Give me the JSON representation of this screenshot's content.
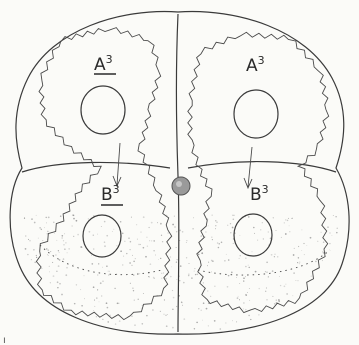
{
  "figure": {
    "cells": [
      {
        "id": "upper-left",
        "letter": "A",
        "exponent": "3",
        "underlined": true
      },
      {
        "id": "upper-right",
        "letter": "A",
        "exponent": "3",
        "underlined": false
      },
      {
        "id": "lower-left",
        "letter": "B",
        "exponent": "3",
        "underlined": true
      },
      {
        "id": "lower-right",
        "letter": "B",
        "exponent": "3",
        "underlined": false
      }
    ],
    "corner_mark": "ı"
  }
}
